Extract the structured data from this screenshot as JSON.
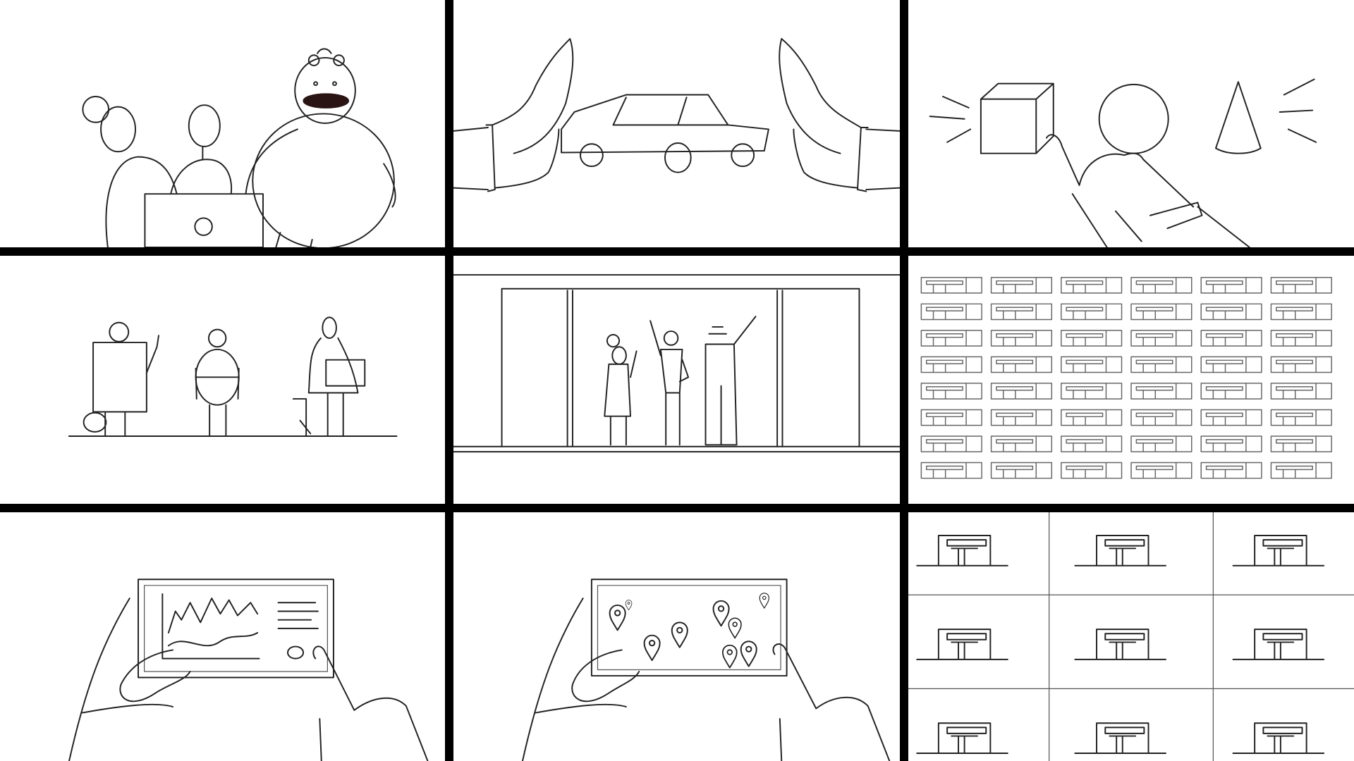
{
  "colors": {
    "background": "#ffffff",
    "divider": "#000000",
    "ink": "#222222"
  },
  "panels": [
    {
      "icon": "team-at-laptop-sketch"
    },
    {
      "icon": "hands-framing-car-sketch"
    },
    {
      "icon": "hand-touching-shapes-sketch"
    },
    {
      "icon": "three-workers-sketch"
    },
    {
      "icon": "people-waving-in-window-sketch"
    },
    {
      "icon": "storefront-grid-sketch",
      "rows": 8,
      "cols": 6
    },
    {
      "icon": "tablet-chart-hands-sketch"
    },
    {
      "icon": "tablet-map-pins-sketch"
    },
    {
      "icon": "storefront-3x3-sketch",
      "rows": 3,
      "cols": 3
    }
  ]
}
